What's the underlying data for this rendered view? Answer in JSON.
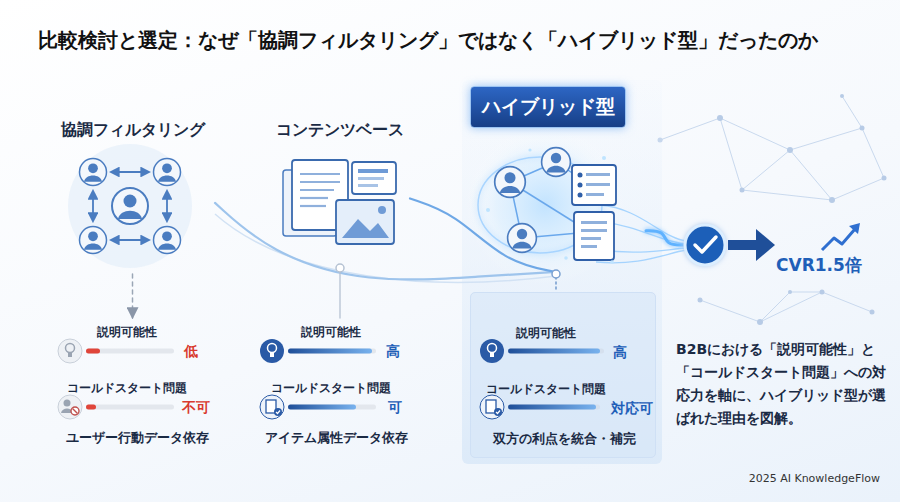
{
  "diagram": {
    "title": "比較検討と選定：なぜ「協調フィルタリング」ではなく「ハイブリッド型」だったのか",
    "caption": "B2Bにおける「説明可能性」と「コールドスタート問題」への対応力を軸に、ハイブリッド型が選ばれた理由を図解。",
    "nodes": [
      {
        "text": [
          "協調フィルタリング"
        ]
      },
      {
        "text": [
          "コンテンツベース"
        ]
      },
      {
        "text": [
          "ハイブリッド型"
        ]
      },
      {
        "text": [
          "CVR1.5倍"
        ]
      },
      {
        "text": [
          "説明可能性",
          "低",
          "コールドスタート問題",
          "不可",
          "ユーザー行動データ依存"
        ]
      },
      {
        "text": [
          "説明可能性",
          "高",
          "コールドスタート問題",
          "可",
          "アイテム属性データ依存"
        ]
      },
      {
        "text": [
          "説明可能性",
          "高",
          "コールドスタート問題",
          "対応可",
          "双方の利点を統合・補完"
        ]
      }
    ],
    "edges": [
      {
        "from": 0,
        "to": 2,
        "arrow": "none"
      },
      {
        "from": 1,
        "to": 2,
        "arrow": "none"
      },
      {
        "from": 2,
        "to": 3,
        "arrow": "none"
      },
      {
        "from": 0,
        "to": 4,
        "arrow": "to"
      },
      {
        "from": 1,
        "to": 5,
        "arrow": "none"
      },
      {
        "from": 2,
        "to": 6,
        "arrow": "none"
      }
    ],
    "labels": [
      "2025 AI KnowledgeFlow"
    ]
  }
}
